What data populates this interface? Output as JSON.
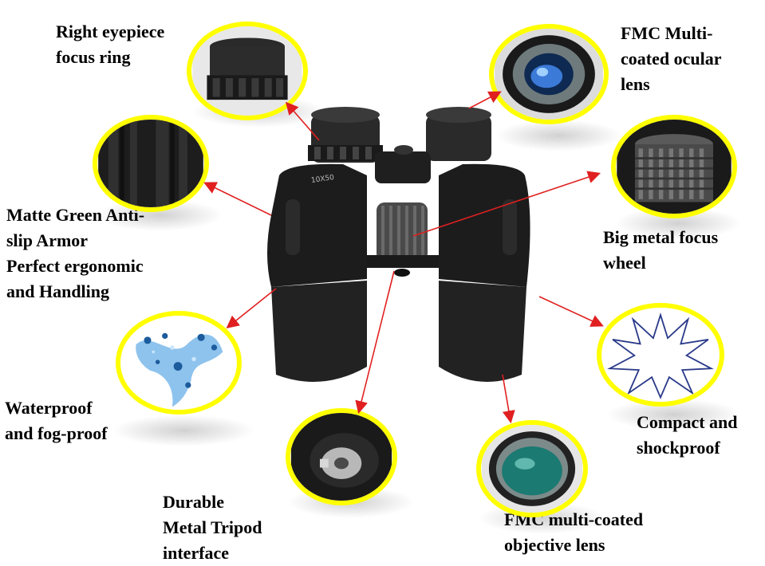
{
  "features": {
    "right_eyepiece": {
      "label": "Right eyepiece\nfocus ring",
      "icon": "eyepiece-ring-icon"
    },
    "ocular_lens": {
      "label": "FMC Multi-\ncoated ocular\nlens",
      "icon": "ocular-lens-icon"
    },
    "armor": {
      "label": "Matte Green Anti-\nslip Armor\nPerfect ergonomic\nand Handling",
      "icon": "armor-texture-icon"
    },
    "focus_wheel": {
      "label": "Big metal focus\nwheel",
      "icon": "knurled-wheel-icon"
    },
    "waterproof": {
      "label": "Waterproof\nand fog-proof",
      "icon": "water-splash-icon"
    },
    "shockproof": {
      "label": "Compact and\nshockproof",
      "icon": "starburst-icon"
    },
    "tripod": {
      "label": "Durable\nMetal Tripod\ninterface",
      "icon": "tripod-socket-icon"
    },
    "objective_lens": {
      "label": "FMC multi-coated\nobjective lens",
      "icon": "objective-lens-icon"
    }
  },
  "product": {
    "model_marking": "10X50",
    "icon": "binoculars-icon"
  },
  "colors": {
    "ring": "#ffff00",
    "arrow": "#e02020",
    "body": "#1c1c1c",
    "water": "#5aa9e6",
    "lens_teal": "#1f8f86"
  }
}
